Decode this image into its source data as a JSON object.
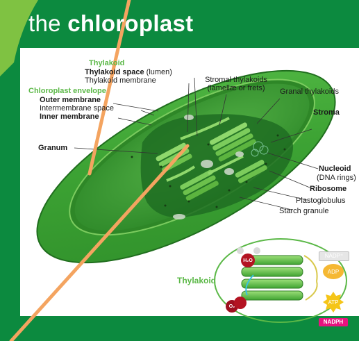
{
  "title": {
    "prefix": "the ",
    "main": "chloroplast"
  },
  "labels": {
    "thylakoid_heading": "Thylakoid",
    "thylakoid_space": "Thylakoid space",
    "thylakoid_space_note": "(lumen)",
    "thylakoid_membrane": "Thylakoid membrane",
    "stromal_thylakoids": "Stromal thylakoids",
    "stromal_thylakoids_note": "(lamellæ or frets)",
    "granal_thylakoids": "Granal thylakoids",
    "chloroplast_envelope": "Chloroplast envelope",
    "outer_membrane": "Outer membrane",
    "intermembrane_space": "Intermembrane space",
    "inner_membrane": "Inner membrane",
    "stroma": "Stroma",
    "granum": "Granum",
    "nucleoid": "Nucleoid",
    "nucleoid_note": "(DNA rings)",
    "ribosome": "Ribosome",
    "plastoglobulus": "Plastoglobulus",
    "starch_granule": "Starch granule"
  },
  "inset": {
    "label": "Thylakoid",
    "water": "H₂O",
    "oxygen": "O₂",
    "nadp_plus": "NADP⁺",
    "adp": "ADP",
    "atp": "ATP",
    "nadph": "NADPH"
  },
  "colors": {
    "frame_green": "#0c8a3f",
    "bright_green": "#5bb847",
    "dark_green": "#1c6b24",
    "annotation_orange": "#f4a460",
    "nadph_pink": "#e8137f",
    "atp_yellow": "#f5c518"
  }
}
